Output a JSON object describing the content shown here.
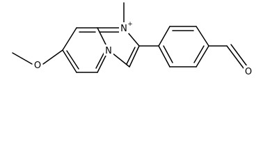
{
  "diagram": {
    "type": "chemical-structure",
    "atoms": {
      "ring_nitrogen_label": "N",
      "bridgehead_nitrogen_label": "N",
      "ring_nitrogen_charge": "+",
      "methoxy_oxygen_label": "O",
      "aldehyde_oxygen_label": "O"
    },
    "colors": {
      "bond": "#000000",
      "background": "#ffffff"
    }
  }
}
